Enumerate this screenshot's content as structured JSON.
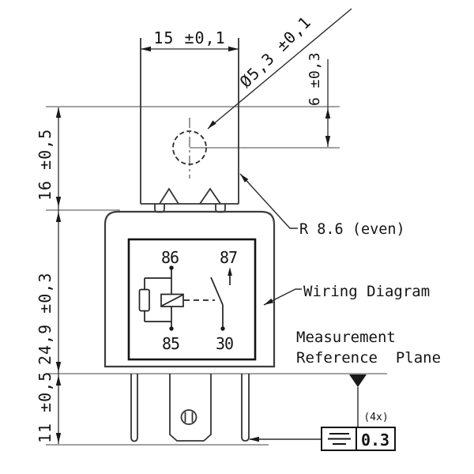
{
  "drawing": {
    "title_hint": "relay outline drawing",
    "dimensions": {
      "tab_width": "15 ±0,1",
      "hole_diameter": "Ø5,3 ±0,1",
      "hole_offset": "6 ±0,3",
      "tab_height": "16 ±0,5",
      "body_height": "24,9 ±0,3",
      "pin_length": "11 ±0,5"
    },
    "annotations": {
      "radius_note": "R 8.6 (even)",
      "wiring_label": "Wiring Diagram",
      "ref_plane_line1": "Measurement",
      "ref_plane_line2": "Reference  Plane",
      "tolerance_count": "(4x)",
      "tolerance_value": "0.3"
    },
    "wiring_pins": {
      "coil_top": "86",
      "no_contact": "87",
      "coil_bottom": "85",
      "common": "30"
    },
    "colors": {
      "line": "#2b2b2b",
      "thin_line": "#6a6a6a",
      "text": "#141414",
      "background": "#ffffff"
    }
  }
}
